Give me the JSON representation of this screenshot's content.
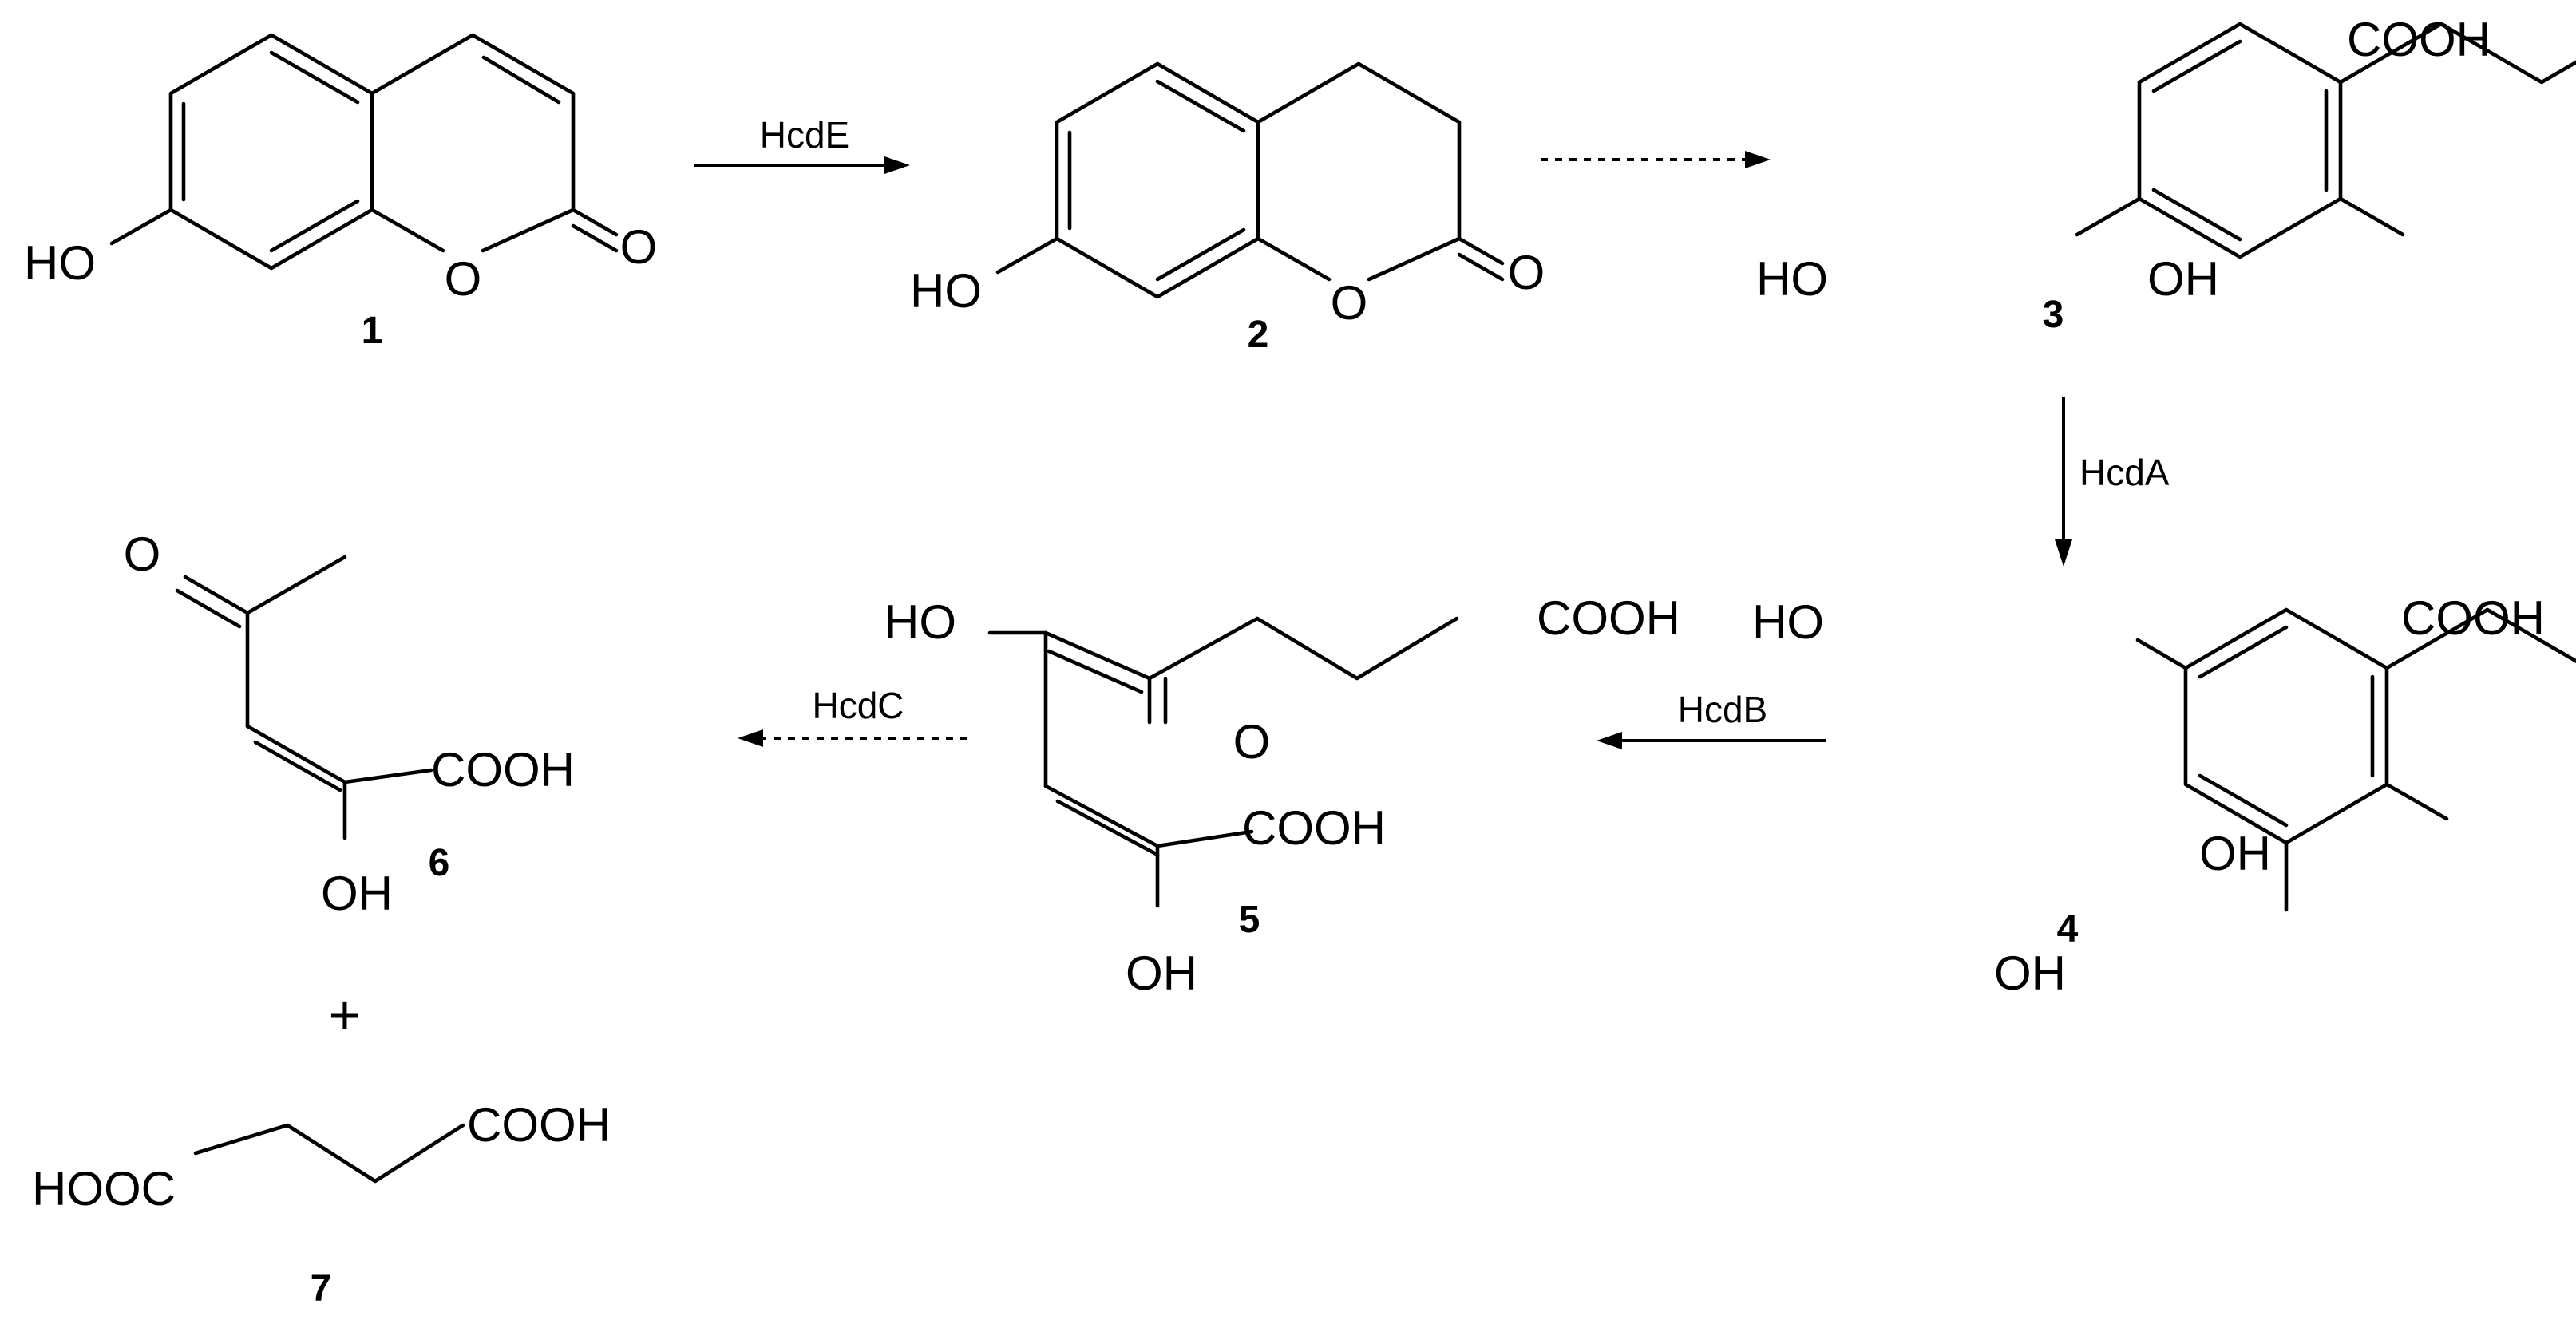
{
  "compounds": [
    {
      "number": "1",
      "labels": {
        "ho": "HO",
        "o_ring": "O",
        "o_carbonyl": "O"
      }
    },
    {
      "number": "2",
      "labels": {
        "ho": "HO",
        "o_ring": "O",
        "o_carbonyl": "O"
      }
    },
    {
      "number": "3",
      "labels": {
        "cooh": "COOH",
        "ho": "HO",
        "oh": "OH"
      }
    },
    {
      "number": "4",
      "labels": {
        "ho": "HO",
        "cooh": "COOH",
        "oh_right": "OH",
        "oh_bottom": "OH"
      }
    },
    {
      "number": "5",
      "labels": {
        "ho": "HO",
        "cooh_top": "COOH",
        "o_keto": "O",
        "cooh_bottom": "COOH",
        "oh": "OH"
      }
    },
    {
      "number": "6",
      "labels": {
        "o": "O",
        "cooh": "COOH",
        "oh": "OH"
      }
    },
    {
      "number": "7",
      "labels": {
        "hooc": "HOOC",
        "cooh": "COOH"
      }
    }
  ],
  "reactions": [
    {
      "id": "r1",
      "from": "1",
      "to": "2",
      "enzyme": "HcdE",
      "style": "solid"
    },
    {
      "id": "r2",
      "from": "2",
      "to": "3",
      "enzyme": "",
      "style": "dashed"
    },
    {
      "id": "r3",
      "from": "3",
      "to": "4",
      "enzyme": "HcdA",
      "style": "solid"
    },
    {
      "id": "r4",
      "from": "4",
      "to": "5",
      "enzyme": "HcdB",
      "style": "solid"
    },
    {
      "id": "r5",
      "from": "5",
      "to": "6",
      "enzyme": "HcdC",
      "style": "dashed"
    }
  ],
  "plus_sign": "+"
}
